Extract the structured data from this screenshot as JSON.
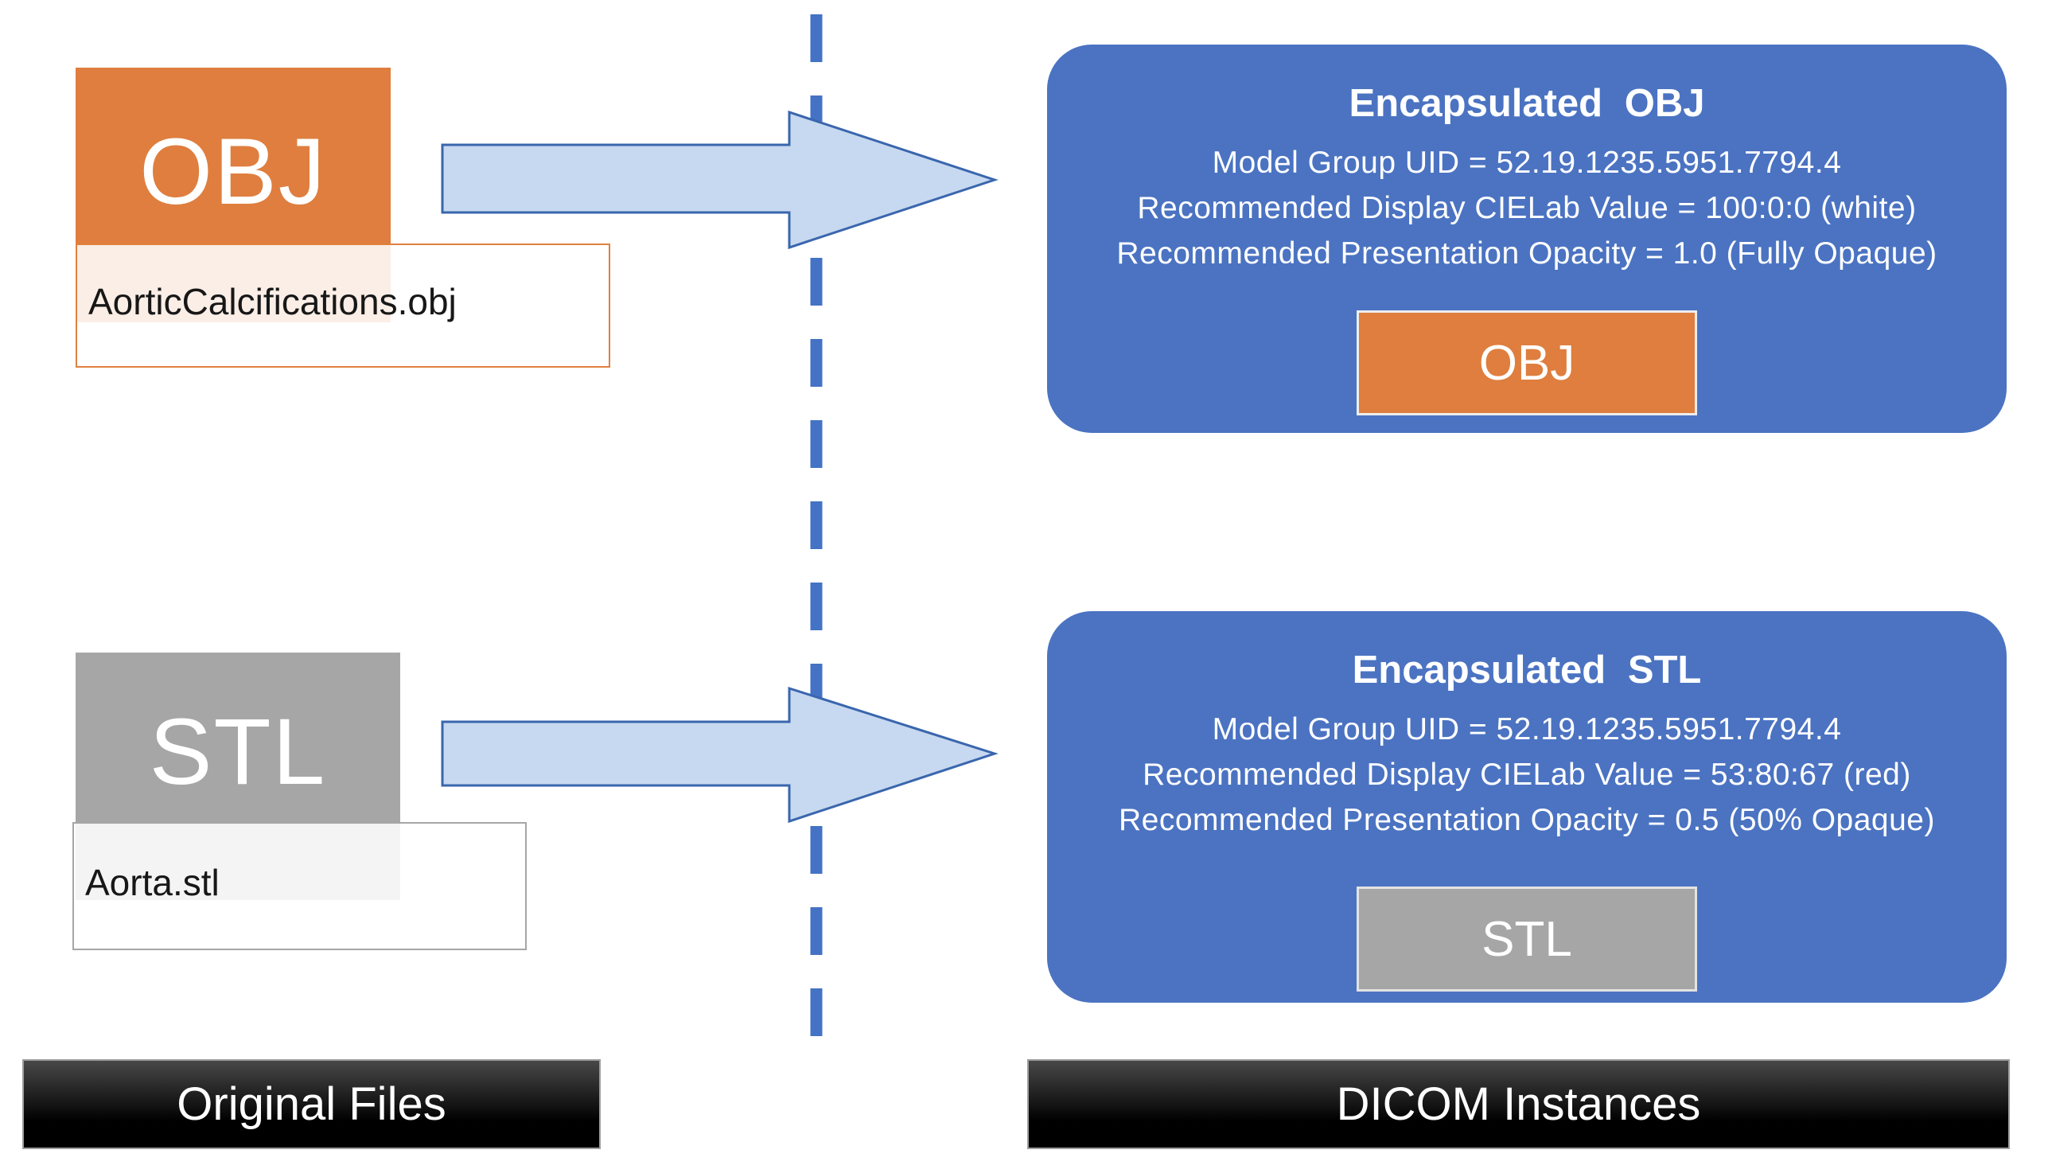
{
  "original_files": {
    "section_label": "Original Files",
    "obj": {
      "badge": "OBJ",
      "filename": "AorticCalcifications.obj"
    },
    "stl": {
      "badge": "STL",
      "filename": "Aorta.stl"
    }
  },
  "dicom_instances": {
    "section_label": "DICOM Instances",
    "encapsulated_obj": {
      "title": "Encapsulated OBJ",
      "uid_line": "Model Group UID = 52.19.1235.5951.7794.4",
      "cielab_line": "Recommended Display CIELab Value = 100:0:0 (white)",
      "opacity_line": "Recommended Presentation Opacity = 1.0 (Fully Opaque)",
      "badge": "OBJ"
    },
    "encapsulated_stl": {
      "title": "Encapsulated STL",
      "uid_line": "Model Group UID = 52.19.1235.5951.7794.4",
      "cielab_line": "Recommended Display CIELab Value = 53:80:67 (red)",
      "opacity_line": "Recommended Presentation Opacity = 0.5 (50% Opaque)",
      "badge": "STL"
    }
  },
  "colors": {
    "accent_orange": "#DF7E3E",
    "accent_blue": "#4B73C2",
    "accent_gray": "#A6A6A6",
    "arrow_fill": "#C7D9F0",
    "arrow_stroke": "#3A66AE",
    "divider_blue": "#4472C4"
  }
}
